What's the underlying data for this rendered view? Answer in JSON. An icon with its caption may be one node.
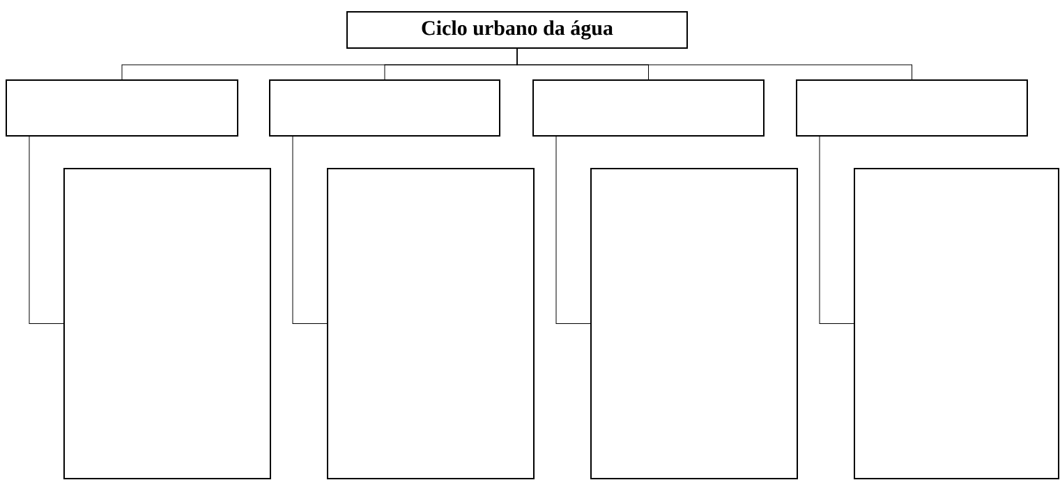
{
  "diagram": {
    "nodes": [
      {
        "text": [
          "Ciclo urbano da água"
        ]
      },
      {
        "text": [],
        "shape": "box"
      },
      {
        "text": [],
        "shape": "box"
      },
      {
        "text": [],
        "shape": "box"
      },
      {
        "text": [],
        "shape": "box"
      },
      {
        "text": [],
        "shape": "box"
      },
      {
        "text": [],
        "shape": "box"
      },
      {
        "text": [],
        "shape": "box"
      },
      {
        "text": [],
        "shape": "box"
      }
    ],
    "edges": [
      {
        "from": 0,
        "to": 1,
        "arrow": "none"
      },
      {
        "from": 0,
        "to": 2,
        "arrow": "none"
      },
      {
        "from": 0,
        "to": 3,
        "arrow": "none"
      },
      {
        "from": 0,
        "to": 4,
        "arrow": "none"
      },
      {
        "from": 1,
        "to": 5,
        "arrow": "none"
      },
      {
        "from": 2,
        "to": 6,
        "arrow": "none"
      },
      {
        "from": 3,
        "to": 7,
        "arrow": "none"
      },
      {
        "from": 4,
        "to": 8,
        "arrow": "none"
      }
    ]
  }
}
